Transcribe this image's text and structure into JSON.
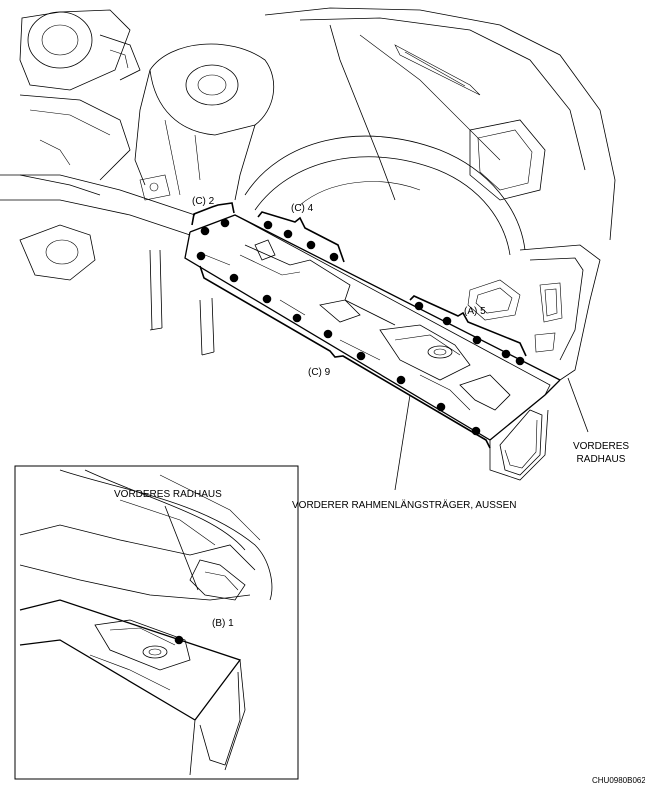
{
  "labels": {
    "group_c2": "(C) 2",
    "group_c4": "(C) 4",
    "group_a5": "(A) 5",
    "group_c9": "(C) 9",
    "front_wheel_housing": "VORDERES RADHAUS",
    "front_frame_outer": "VORDERER RAHMENLÄNGSTRÄGER, AUSSEN",
    "inset_front_wheel_housing": "VORDERES RADHAUS",
    "group_b1": "(B) 1"
  },
  "figure_code": "CHU0980B062",
  "colors": {
    "line": "#000000",
    "background": "#ffffff"
  },
  "weld_spot_groups": [
    {
      "label": "(C) 2",
      "count": 2
    },
    {
      "label": "(C) 4",
      "count": 4
    },
    {
      "label": "(A) 5",
      "count": 5
    },
    {
      "label": "(C) 9",
      "count": 9
    },
    {
      "label": "(B) 1",
      "count": 1
    }
  ]
}
